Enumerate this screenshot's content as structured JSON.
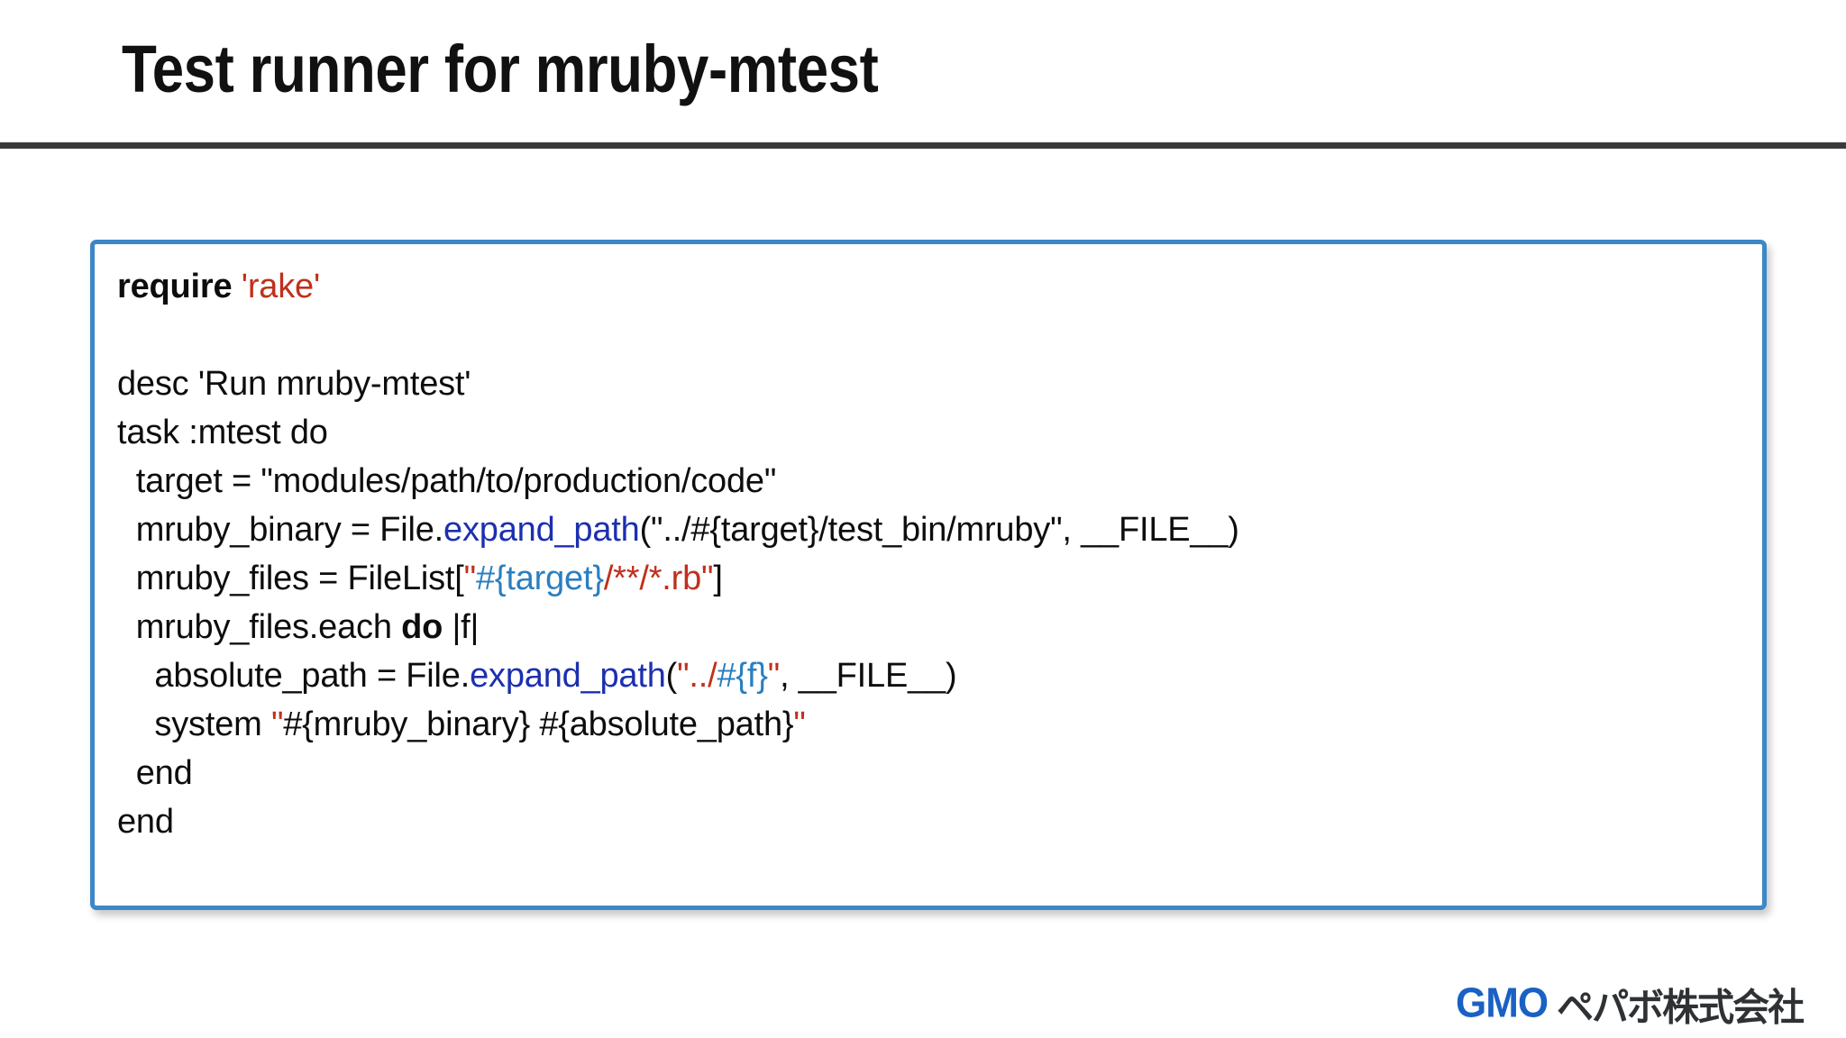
{
  "slide": {
    "title": "Test runner for mruby-mtest",
    "accent_blue": "#3c87c8",
    "rule_color": "#3a3a3c"
  },
  "code": {
    "language": "ruby",
    "lines": [
      [
        {
          "t": "require ",
          "c": "keyword"
        },
        {
          "t": "'rake'",
          "c": "string"
        }
      ],
      [],
      [
        {
          "t": "desc 'Run mruby-mtest'",
          "c": "plain"
        }
      ],
      [
        {
          "t": "task :mtest do",
          "c": "plain"
        }
      ],
      [
        {
          "t": "  target = \"modules/path/to/production/code\"",
          "c": "plain"
        }
      ],
      [
        {
          "t": "  mruby_binary = File.",
          "c": "plain"
        },
        {
          "t": "expand_path",
          "c": "method"
        },
        {
          "t": "(\"../#{target}/test_bin/mruby\", __FILE__)",
          "c": "plain"
        }
      ],
      [
        {
          "t": "  mruby_files = FileList[",
          "c": "plain"
        },
        {
          "t": "\"",
          "c": "string"
        },
        {
          "t": "#{target}",
          "c": "interp"
        },
        {
          "t": "/**/*.rb\"",
          "c": "string"
        },
        {
          "t": "]",
          "c": "plain"
        }
      ],
      [
        {
          "t": "  mruby_files.each ",
          "c": "plain"
        },
        {
          "t": "do",
          "c": "keyword"
        },
        {
          "t": " |f|",
          "c": "plain"
        }
      ],
      [
        {
          "t": "    absolute_path = File.",
          "c": "plain"
        },
        {
          "t": "expand_path",
          "c": "method"
        },
        {
          "t": "(",
          "c": "plain"
        },
        {
          "t": "\"../",
          "c": "string"
        },
        {
          "t": "#{f}",
          "c": "interp"
        },
        {
          "t": "\"",
          "c": "string"
        },
        {
          "t": ", __FILE__)",
          "c": "plain"
        }
      ],
      [
        {
          "t": "    system ",
          "c": "plain"
        },
        {
          "t": "\"",
          "c": "string"
        },
        {
          "t": "#{mruby_binary} #{absolute_path}",
          "c": "plain"
        },
        {
          "t": "\"",
          "c": "string"
        }
      ],
      [
        {
          "t": "  end",
          "c": "plain"
        }
      ],
      [
        {
          "t": "end",
          "c": "plain"
        }
      ]
    ]
  },
  "logo": {
    "gmo": "GMO",
    "company_jp": "ペパボ株式会社",
    "gmo_color": "#1a61c4",
    "jp_color": "#2f3234"
  }
}
